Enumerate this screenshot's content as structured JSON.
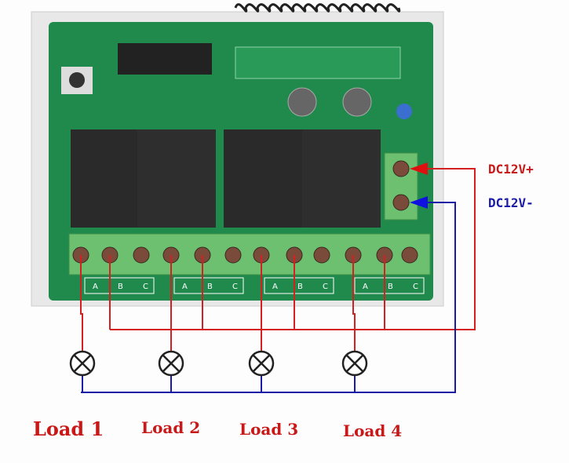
{
  "power": {
    "positive_label": "DC12V+",
    "negative_label": "DC12V-"
  },
  "terminal_groups": [
    {
      "a": "A",
      "b": "B",
      "c": "C"
    },
    {
      "a": "A",
      "b": "B",
      "c": "C"
    },
    {
      "a": "A",
      "b": "B",
      "c": "C"
    },
    {
      "a": "A",
      "b": "B",
      "c": "C"
    }
  ],
  "loads": [
    "Load 1",
    "Load 2",
    "Load 3",
    "Load 4"
  ],
  "colors": {
    "positive_wire": "#d42020",
    "negative_wire": "#1a1aa8",
    "label": "#c81818",
    "pcb": "#1f8a4c",
    "terminal": "#6cc070"
  }
}
